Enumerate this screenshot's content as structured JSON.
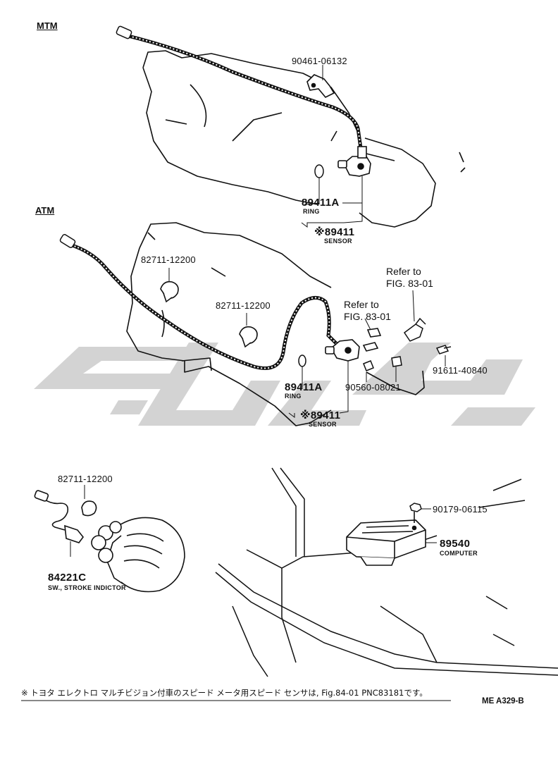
{
  "sections": {
    "mtm": "MTM",
    "atm": "ATM"
  },
  "watermark": {
    "color": "#d0d0d0",
    "shape": "wide-stylized-logo"
  },
  "mtm": {
    "bracket_pn": "90461-06132",
    "ring_pn": "89411A",
    "ring_desc": "RING",
    "sensor_pn": "※89411",
    "sensor_desc": "SENSOR"
  },
  "atm": {
    "clamp1_pn": "82711-12200",
    "clamp2_pn": "82711-12200",
    "refer_top": "Refer to\nFIG. 83-01",
    "refer_mid": "Refer to\nFIG. 83-01",
    "bolt_pn": "91611-40840",
    "bushing_pn": "90560-08021",
    "ring_pn": "89411A",
    "ring_desc": "RING",
    "sensor_pn": "※89411",
    "sensor_desc": "SENSOR"
  },
  "switch": {
    "clamp_pn": "82711-12200",
    "sw_pn": "84221C",
    "sw_desc": "SW., STROKE INDICTOR"
  },
  "computer": {
    "nut_pn": "90179-06115",
    "computer_pn": "89540",
    "computer_desc": "COMPUTER"
  },
  "footnote": "※ トヨタ エレクトロ マルチビジョン付車のスピード メータ用スピード センサは, Fig.84-01 PNC83181です。",
  "diagram_code": "ME A329-B"
}
